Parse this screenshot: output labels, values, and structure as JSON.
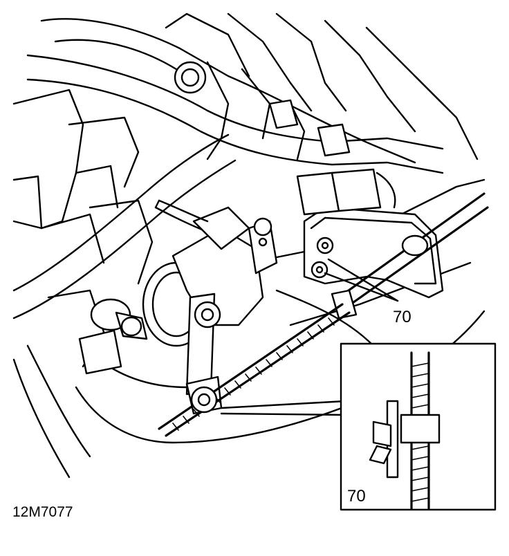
{
  "figure": {
    "callouts": [
      {
        "id": "main",
        "text": "70"
      },
      {
        "id": "inset",
        "text": "70"
      }
    ],
    "figure_code": "12M7077"
  }
}
